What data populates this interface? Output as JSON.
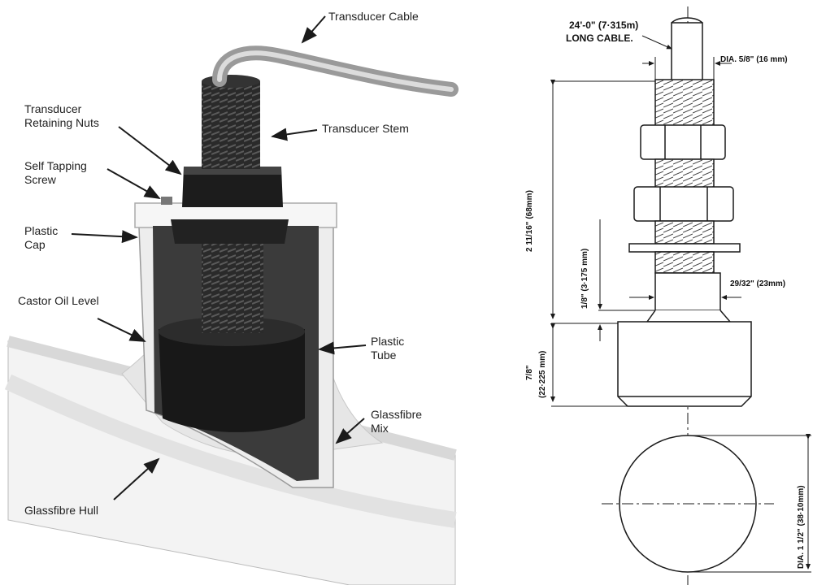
{
  "left_panel": {
    "labels": {
      "transducer_cable": "Transducer Cable",
      "retaining_nuts_line1": "Transducer",
      "retaining_nuts_line2": "Retaining Nuts",
      "transducer_stem": "Transducer Stem",
      "self_tapping_line1": "Self Tapping",
      "self_tapping_line2": "Screw",
      "plastic_cap_line1": "Plastic",
      "plastic_cap_line2": "Cap",
      "castor_oil_level": "Castor Oil Level",
      "plastic_tube_line1": "Plastic",
      "plastic_tube_line2": "Tube",
      "glassfibre_mix_line1": "Glassfibre",
      "glassfibre_mix_line2": "Mix",
      "glassfibre_hull": "Glassfibre Hull"
    }
  },
  "right_panel": {
    "dimensions": {
      "cable_length": "24'-0\" (7·315m)",
      "cable_note": "LONG CABLE.",
      "stem_dia": "DIA. 5/8\" (16 mm)",
      "overall_height": "2 11/16\" (68mm)",
      "shoulder_height": "1/8\" (3·175 mm)",
      "shoulder_dia": "29/32\" (23mm)",
      "body_height_line1": "7/8\"",
      "body_height_line2": "(22·225 mm)",
      "face_dia": "DIA. 1 1/2\" (38·10mm)"
    }
  },
  "colors": {
    "line": "#1a1a1a",
    "body_dark": "#1e1e1e",
    "plastic": "#ececec",
    "hull": "#f4f4f4"
  }
}
